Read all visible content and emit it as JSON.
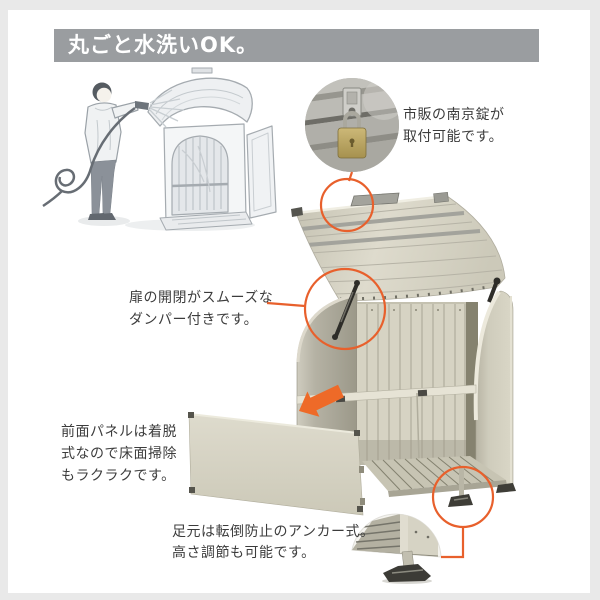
{
  "header": {
    "title": "丸ごと水洗いOK。"
  },
  "annotations": {
    "padlock": {
      "text": "市販の南京錠が\n取付可能です。"
    },
    "damper": {
      "text": "扉の開閉がスムーズな\nダンパー付きです。"
    },
    "front_panel": {
      "text": "前面パネルは着脱\n式なので床面掃除\nもラクラクです。"
    },
    "foot": {
      "text": "足元は転倒防止のアンカー式。\n高さ調節も可能です。"
    }
  },
  "graphics": {
    "illustration": "person-washing-storage-unit-line-art",
    "padlock_photo": "padlock-on-lid-detail-photo",
    "product_photo": "storage-unit-open-lid-photo",
    "front_panel_photo": "detached-front-panel",
    "foot_photo": "adjustable-anchor-foot-detail-photo"
  },
  "colors": {
    "accent_orange": "#e8602c",
    "banner_gray": "#9a9da0",
    "body_beige": "#d6d3c3",
    "text": "#3c3c3c",
    "page_border": "#e9e9e9"
  }
}
